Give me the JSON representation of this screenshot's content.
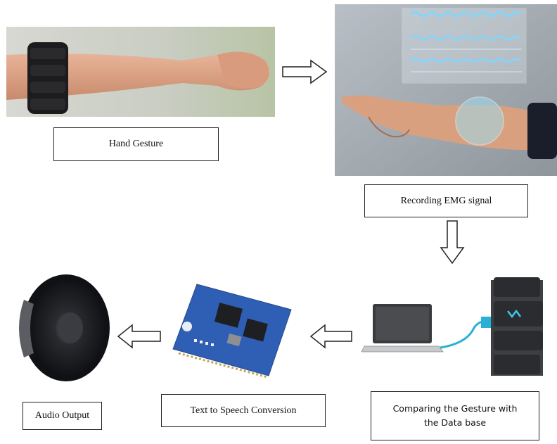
{
  "labels": {
    "hand_gesture": "Hand Gesture",
    "recording_emg": "Recording EMG signal",
    "comparing_line1": "Comparing the Gesture with",
    "comparing_line2": "the Data base",
    "text_to_speech": "Text to Speech Conversion",
    "audio_output": "Audio Output"
  },
  "colors": {
    "armband": "#1c1c1e",
    "emg_wave": "#7fd6ff",
    "pcb_blue": "#2f5fb5",
    "cable": "#2ab0d6"
  },
  "icons": [
    "armband-photo",
    "emg-signal-photo",
    "laptop-armband-photo",
    "speech-board-photo",
    "speaker-photo",
    "hollow-arrow-icon"
  ]
}
